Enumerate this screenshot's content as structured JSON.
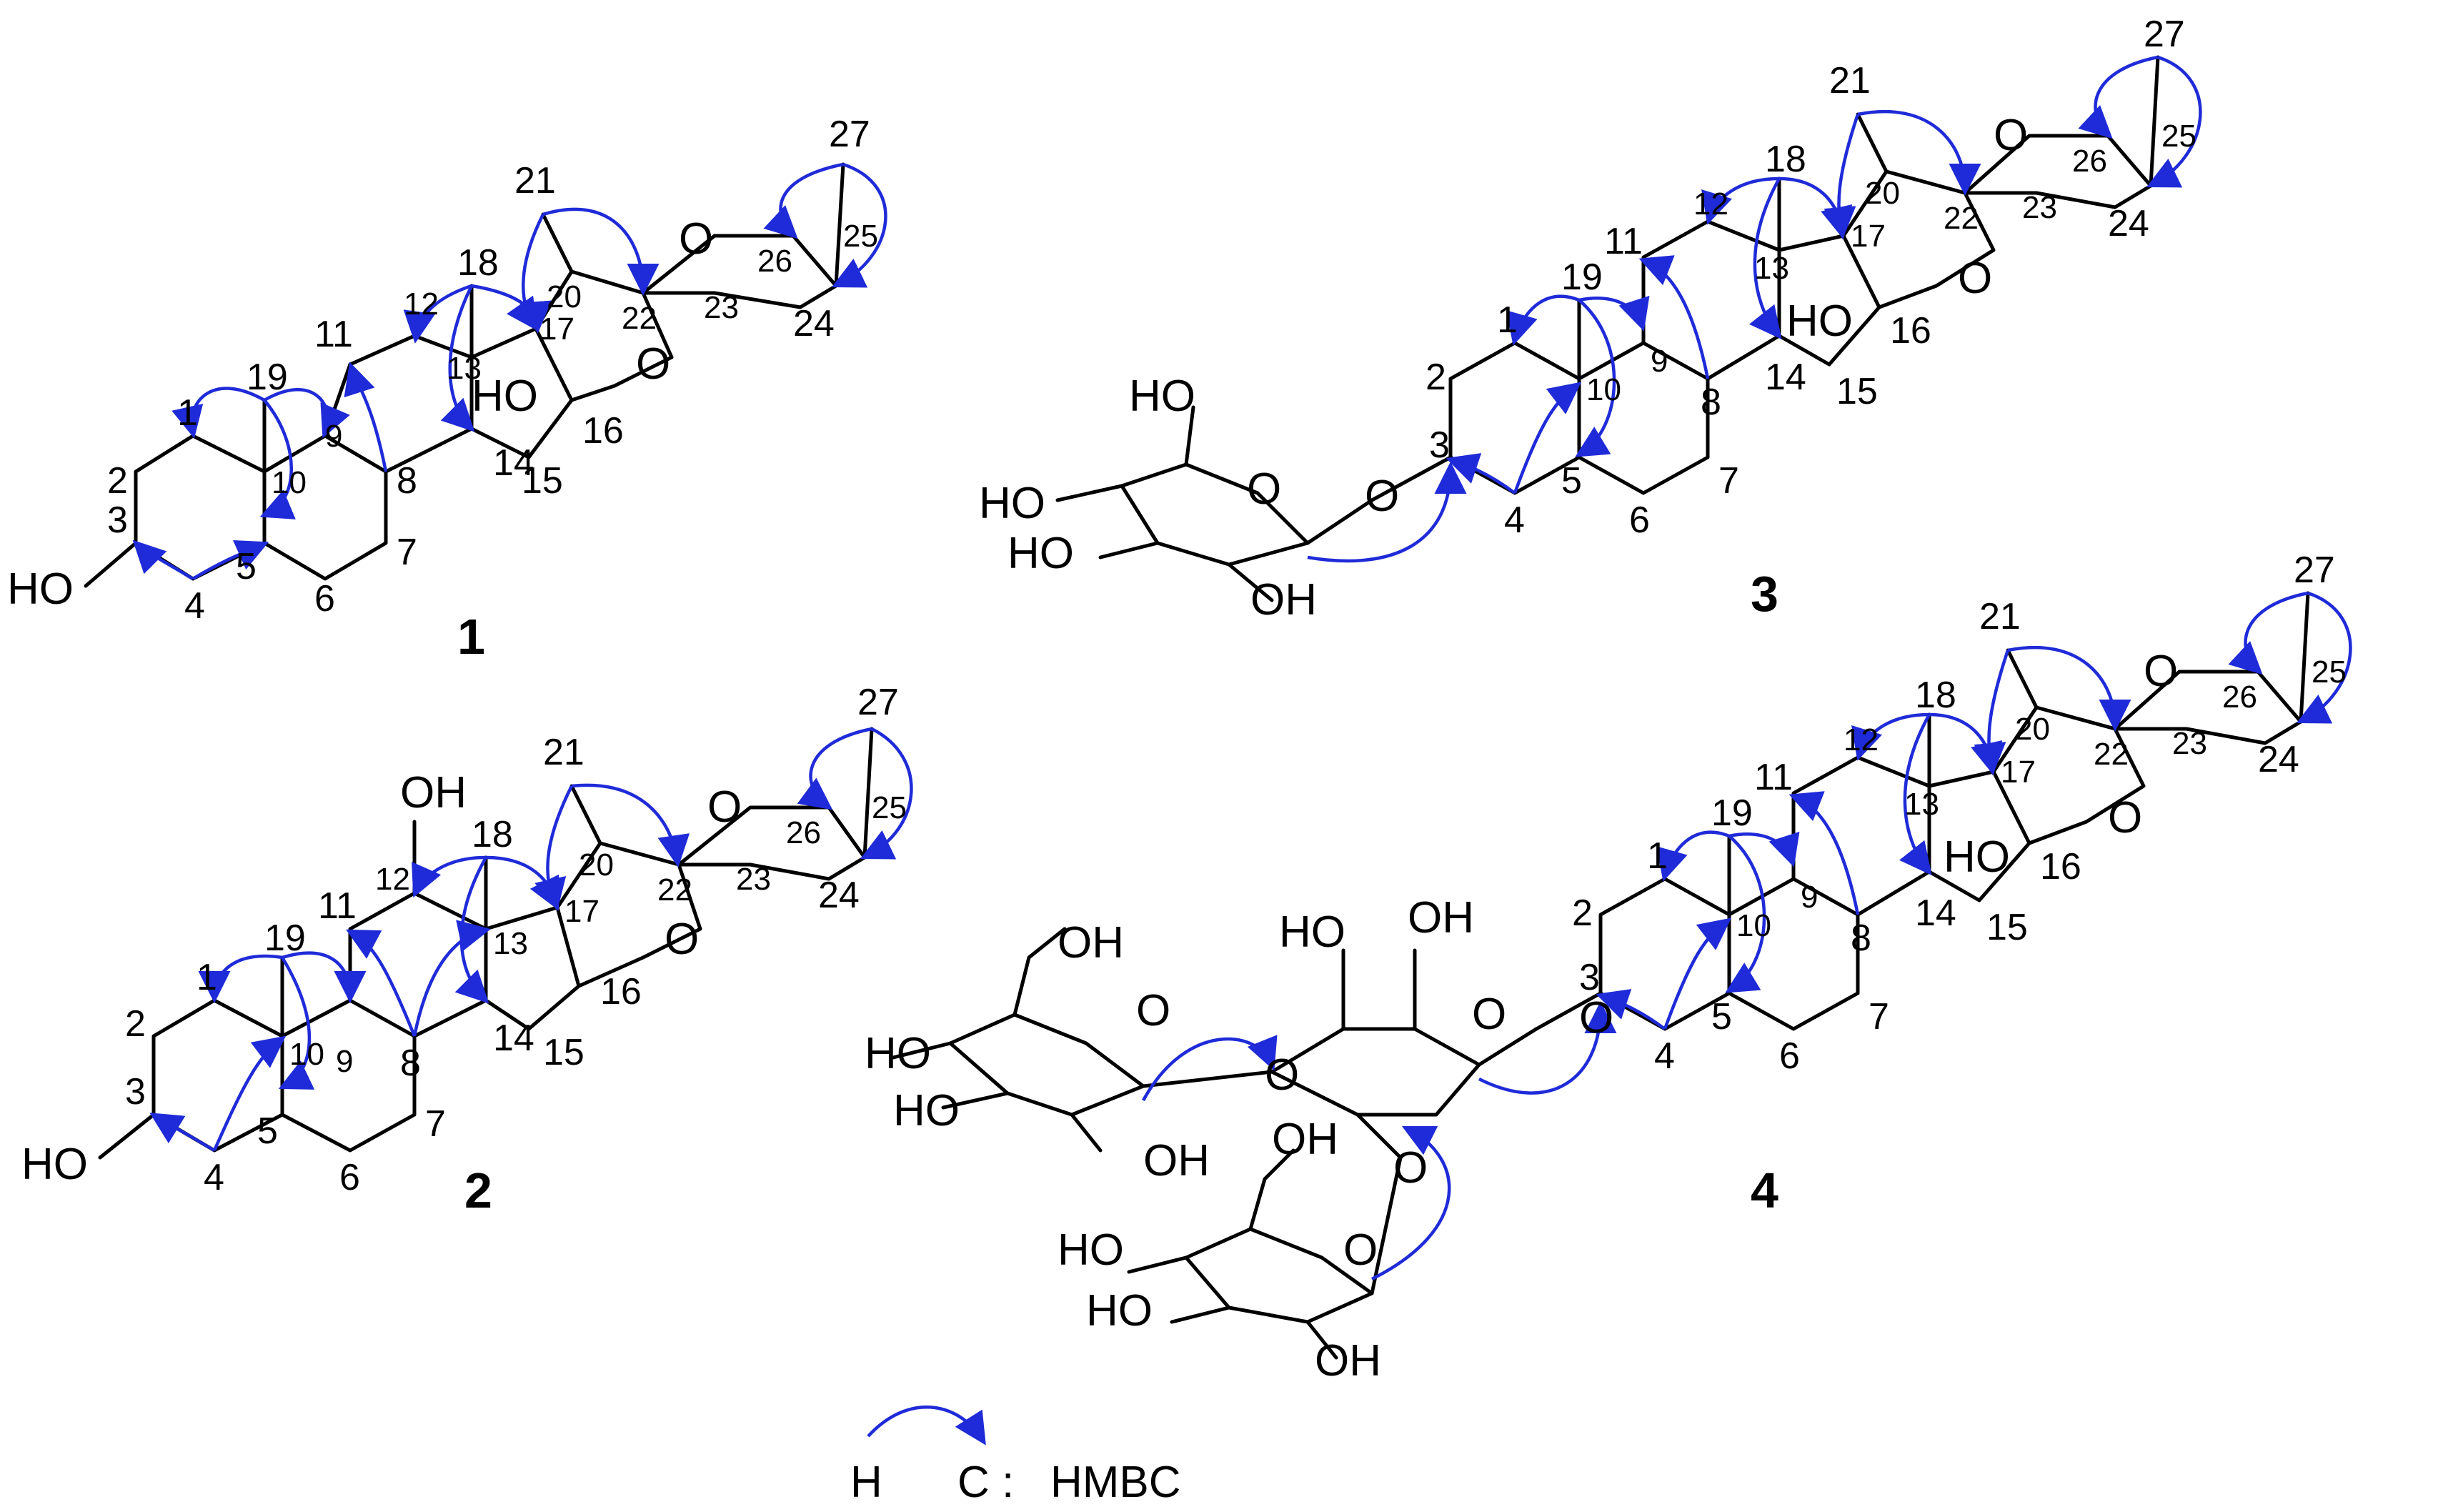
{
  "atom_numbers": [
    "1",
    "2",
    "3",
    "4",
    "5",
    "6",
    "7",
    "8",
    "9",
    "10",
    "11",
    "12",
    "13",
    "14",
    "15",
    "16",
    "17",
    "18",
    "19",
    "20",
    "21",
    "22",
    "23",
    "24",
    "25",
    "26",
    "27"
  ],
  "heteroatom_labels": {
    "hydroxyl": "HO",
    "hydroxyl_right": "OH",
    "oxygen": "O"
  },
  "compounds": [
    {
      "id": "1"
    },
    {
      "id": "2"
    },
    {
      "id": "3"
    },
    {
      "id": "4"
    }
  ],
  "legend": {
    "h_label": "H",
    "c_label": "C :",
    "method": "HMBC"
  },
  "colors": {
    "bond": "#000000",
    "hmbc_arrow": "#1f2bd8"
  }
}
